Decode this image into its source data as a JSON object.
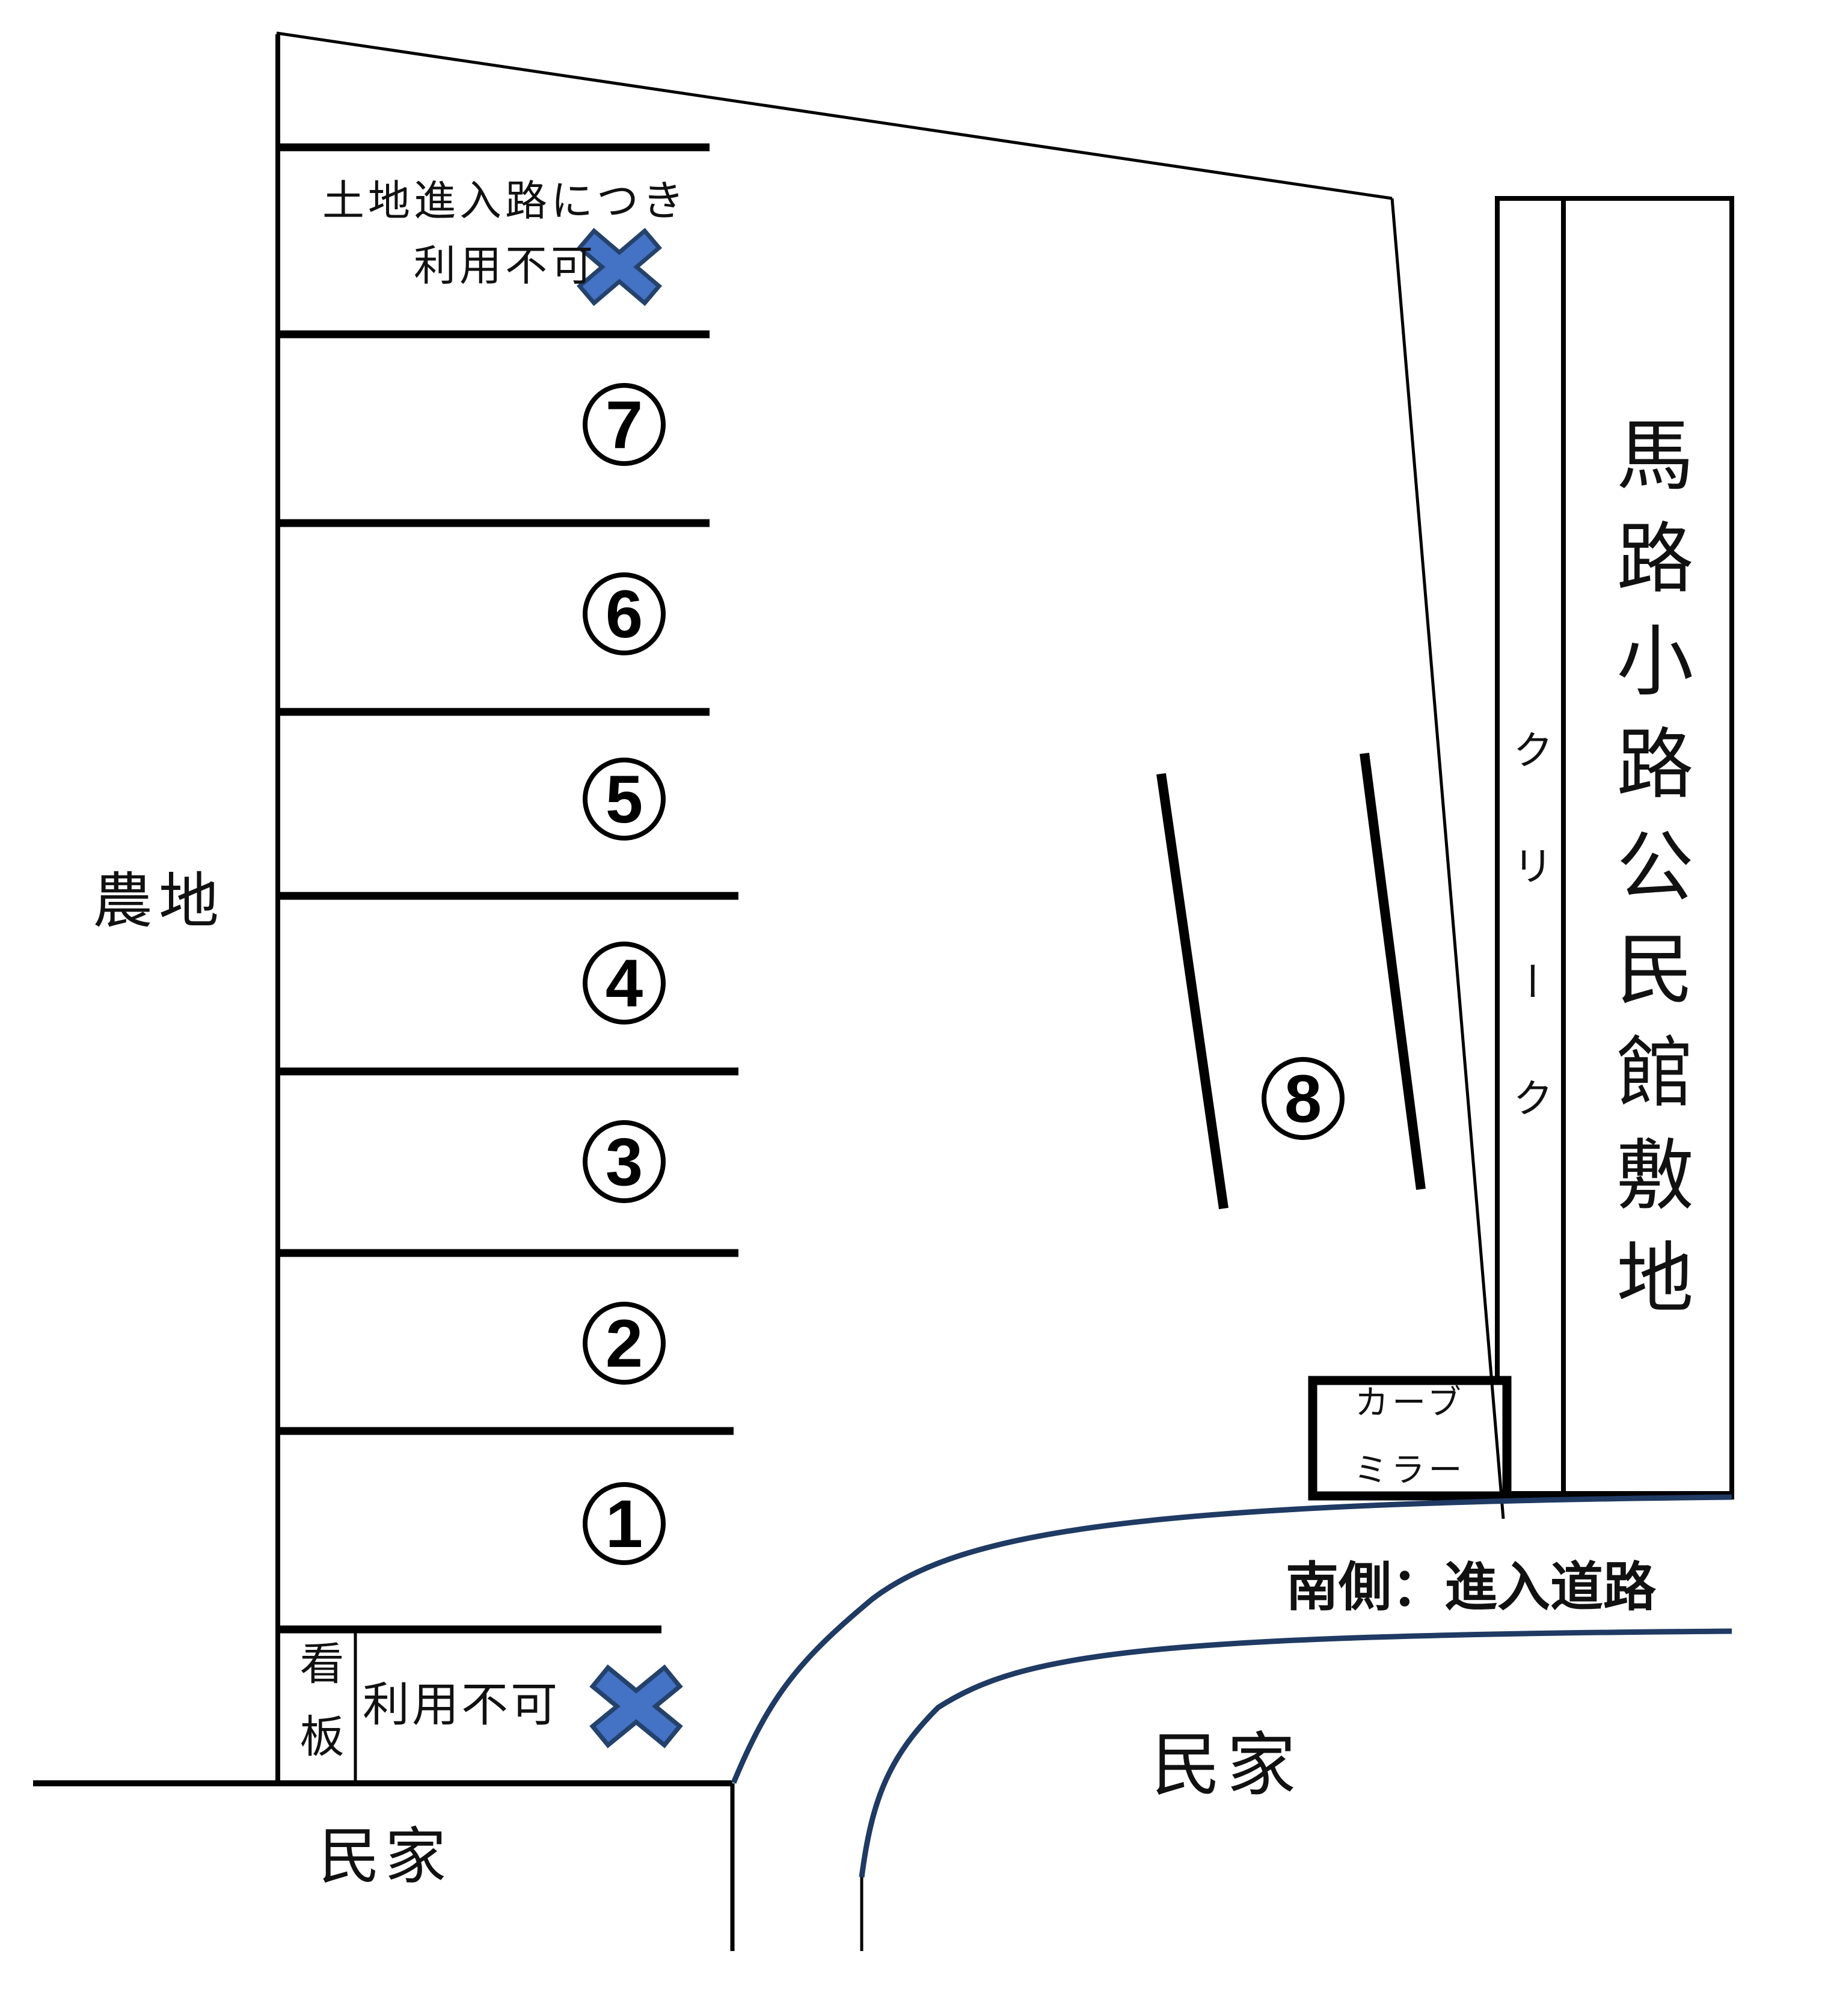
{
  "diagram": {
    "top_space_note": {
      "line1": "土地進入路につき",
      "line2": "利用不可"
    },
    "stalls": [
      {
        "number": "1"
      },
      {
        "number": "2"
      },
      {
        "number": "3"
      },
      {
        "number": "4"
      },
      {
        "number": "5"
      },
      {
        "number": "6"
      },
      {
        "number": "7"
      },
      {
        "number": "8"
      }
    ],
    "signboard": "看板",
    "unavailable_note": "利用不可",
    "farmland": "農地",
    "house_bottom_left": "民家",
    "house_right": "民家",
    "creek": "クリーク",
    "community_center": "馬路小路公民館敷地",
    "curve_mirror": {
      "line1": "カーブ",
      "line2": "ミラー"
    },
    "south_road": "南側：進入道路"
  },
  "colors": {
    "line": "#000000",
    "road_edge": "#1f3a63",
    "cross_fill": "#4472c4",
    "cross_outline": "#24426b"
  }
}
